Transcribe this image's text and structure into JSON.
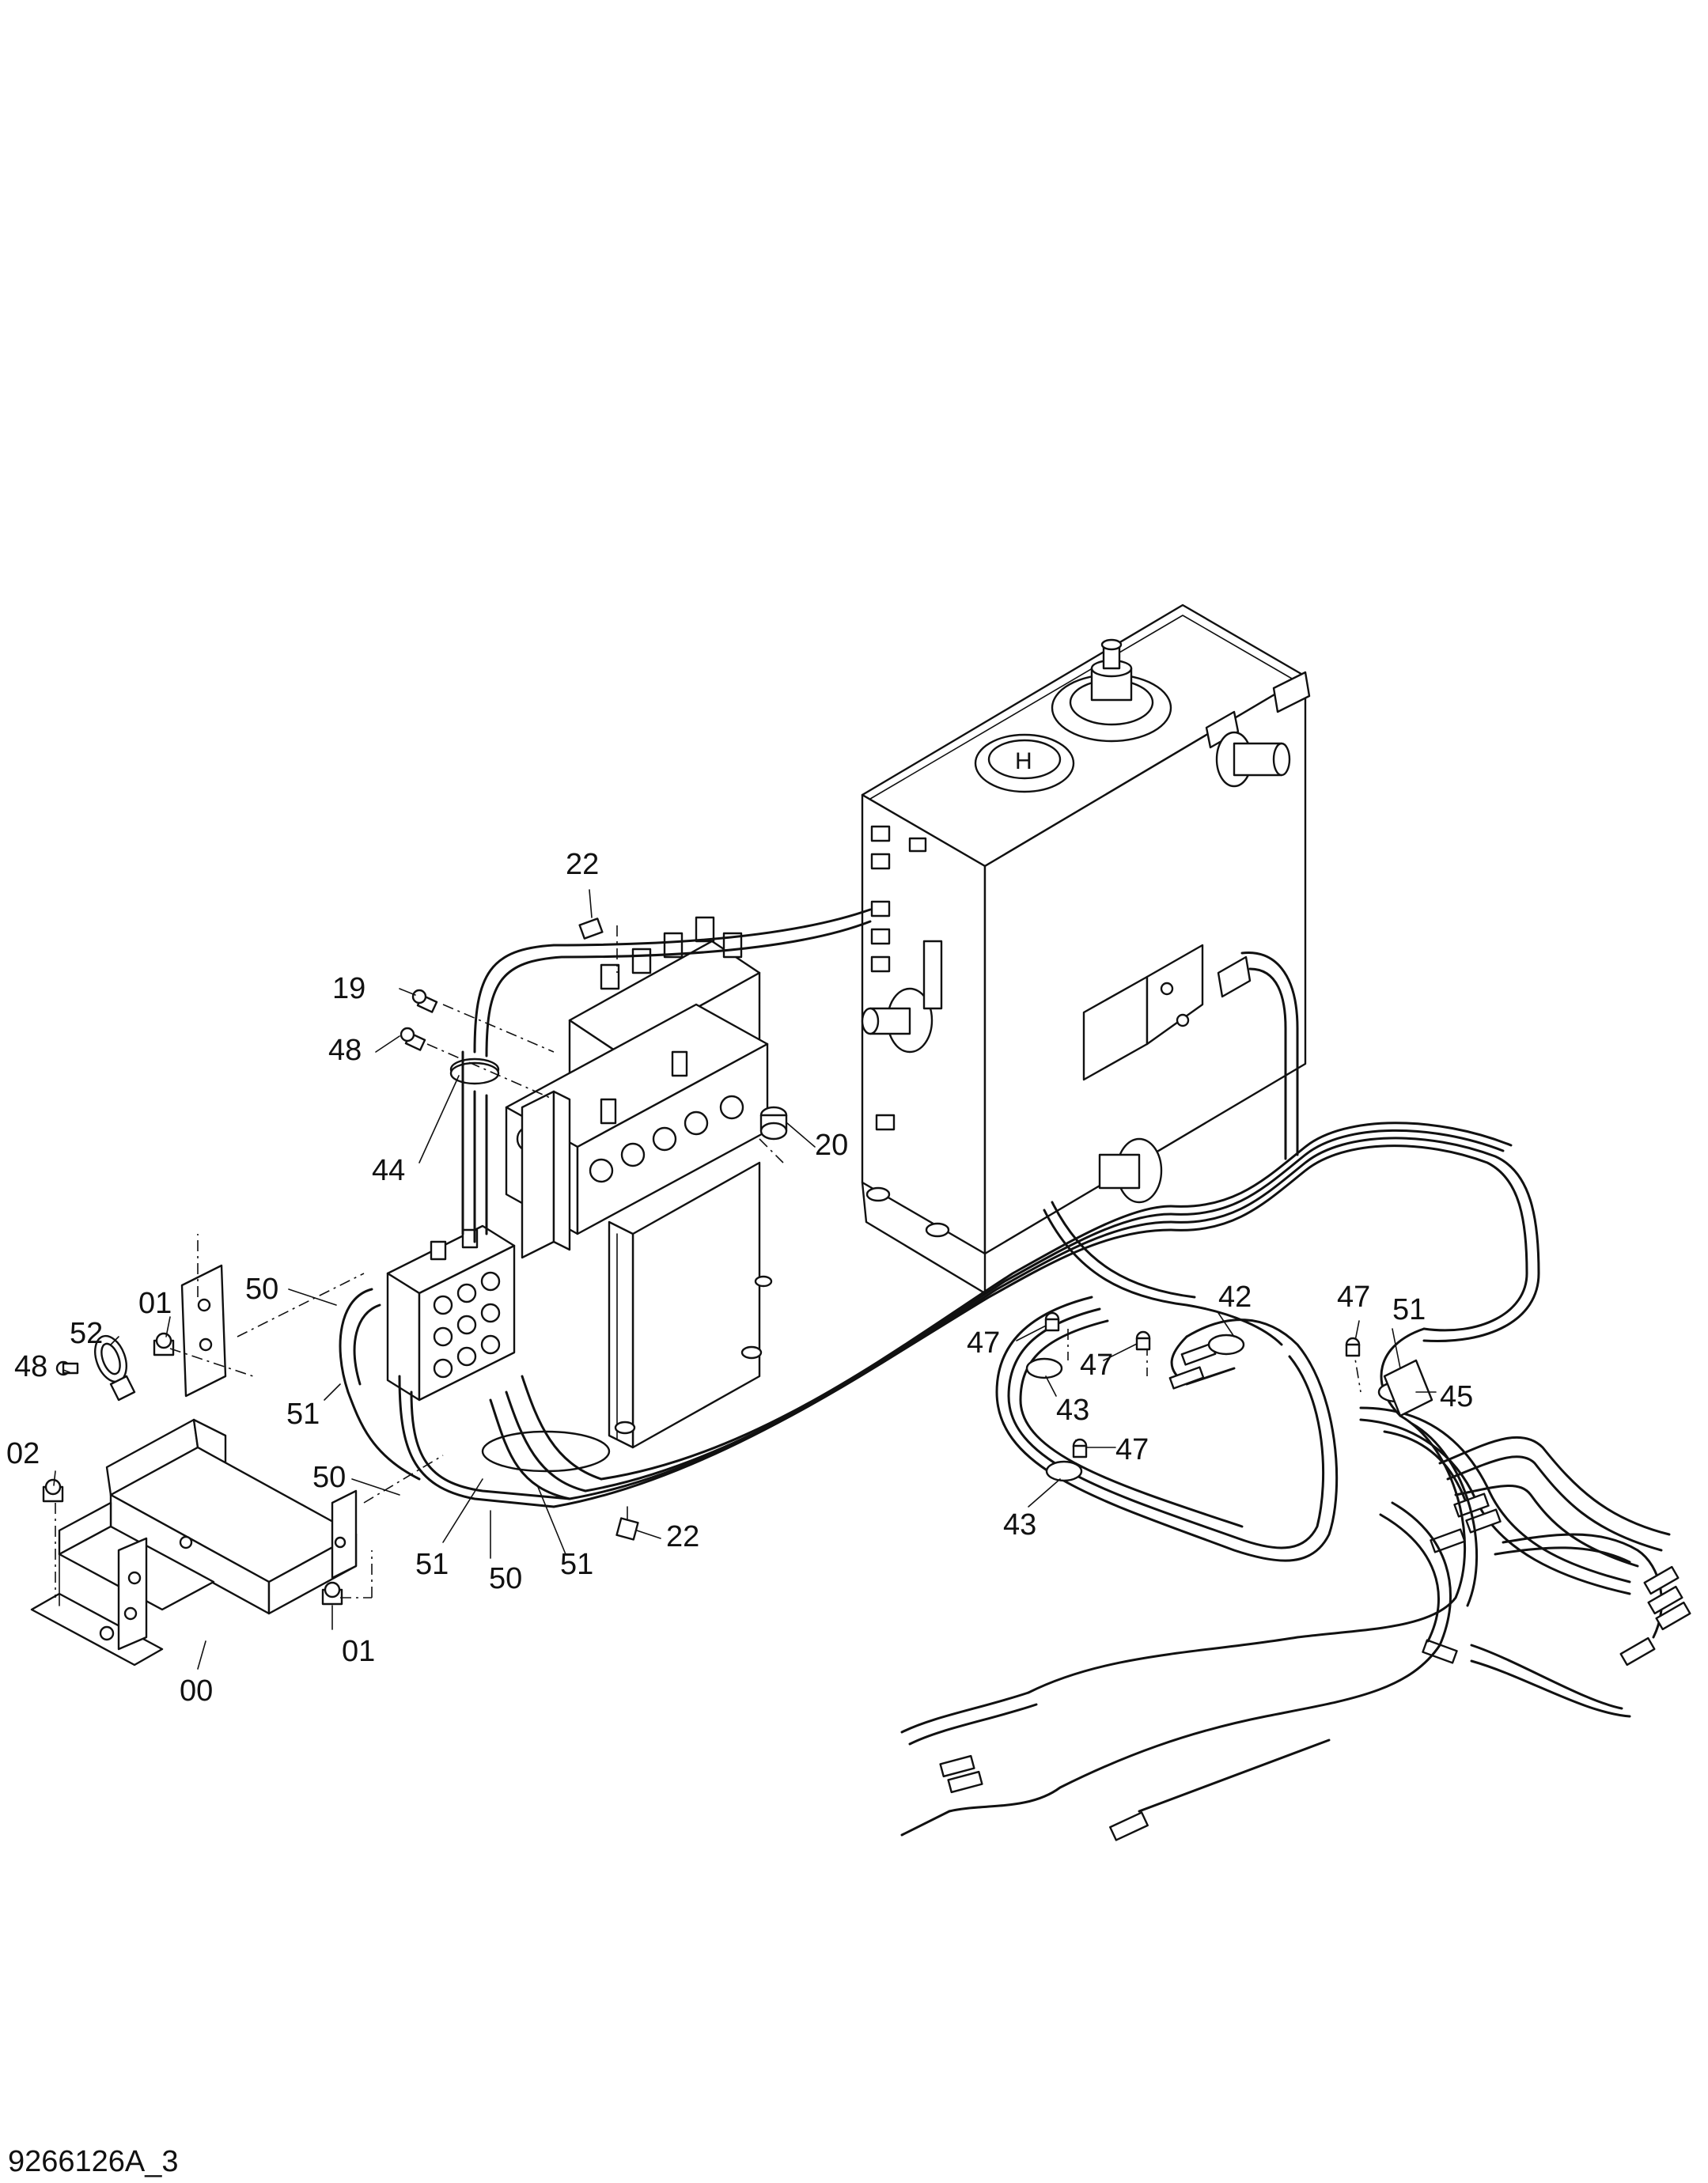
{
  "drawing_number": "9266126A_3",
  "callouts": [
    {
      "id": "c22a",
      "text": "22"
    },
    {
      "id": "c19",
      "text": "19"
    },
    {
      "id": "c48a",
      "text": "48"
    },
    {
      "id": "c44",
      "text": "44"
    },
    {
      "id": "c20",
      "text": "20"
    },
    {
      "id": "c50a",
      "text": "50"
    },
    {
      "id": "c01a",
      "text": "01"
    },
    {
      "id": "c52",
      "text": "52"
    },
    {
      "id": "c48b",
      "text": "48"
    },
    {
      "id": "c51a",
      "text": "51"
    },
    {
      "id": "c02",
      "text": "02"
    },
    {
      "id": "c50b",
      "text": "50"
    },
    {
      "id": "c51b",
      "text": "51"
    },
    {
      "id": "c50c",
      "text": "50"
    },
    {
      "id": "c51c",
      "text": "51"
    },
    {
      "id": "c22b",
      "text": "22"
    },
    {
      "id": "c01b",
      "text": "01"
    },
    {
      "id": "c00",
      "text": "00"
    },
    {
      "id": "c47a",
      "text": "47"
    },
    {
      "id": "c47b",
      "text": "47"
    },
    {
      "id": "c43a",
      "text": "43"
    },
    {
      "id": "c42",
      "text": "42"
    },
    {
      "id": "c47c",
      "text": "47"
    },
    {
      "id": "c51d",
      "text": "51"
    },
    {
      "id": "c45",
      "text": "45"
    },
    {
      "id": "c47d",
      "text": "47"
    },
    {
      "id": "c43b",
      "text": "43"
    }
  ]
}
